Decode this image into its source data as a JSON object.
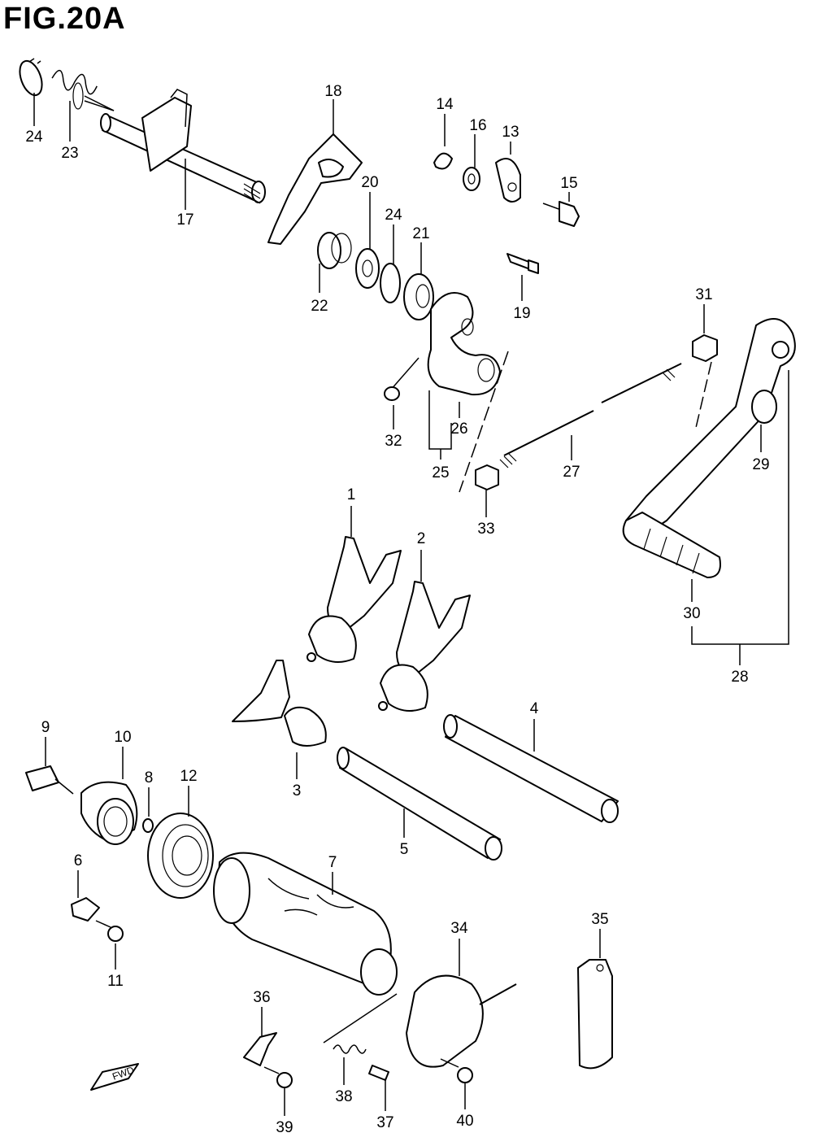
{
  "title": "FIG.20A",
  "fwd_label": "FWD",
  "callouts": [
    "1",
    "2",
    "3",
    "4",
    "5",
    "6",
    "7",
    "8",
    "9",
    "10",
    "11",
    "12",
    "13",
    "14",
    "15",
    "16",
    "17",
    "18",
    "19",
    "20",
    "21",
    "22",
    "23",
    "24",
    "24",
    "25",
    "26",
    "27",
    "28",
    "29",
    "30",
    "31",
    "32",
    "33",
    "34",
    "35",
    "36",
    "37",
    "38",
    "39",
    "40"
  ]
}
